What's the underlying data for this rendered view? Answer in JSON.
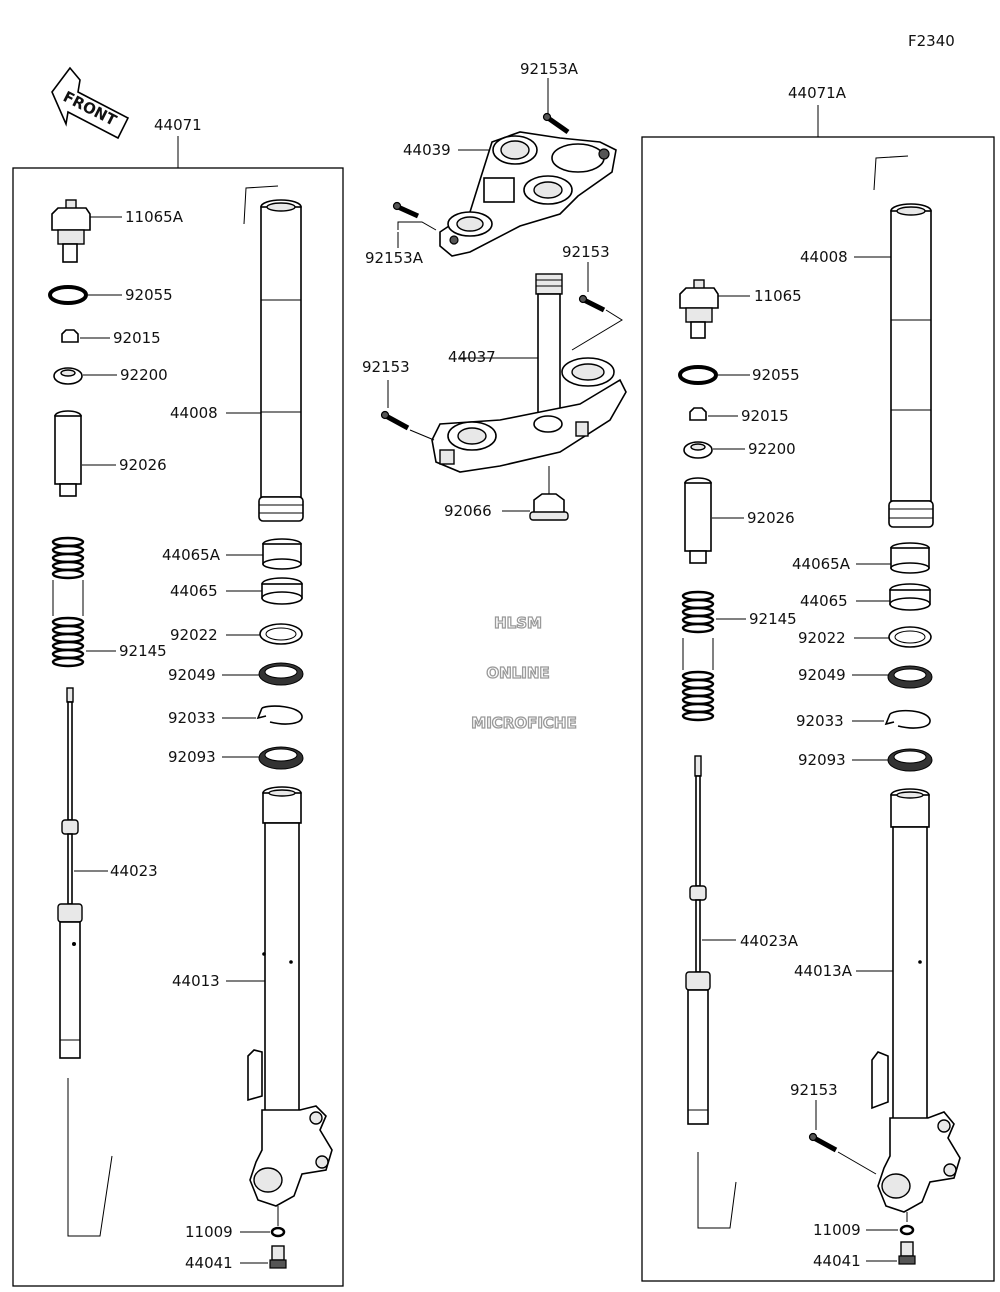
{
  "sheet_code": "F2340",
  "front_label": "FRONT",
  "assemblies": {
    "left": "44071",
    "right": "44071A"
  },
  "watermark": [
    "HLSM",
    "ONLINE",
    "MICROFICHE"
  ],
  "top_parts": {
    "upper_bracket": "44039",
    "upper_bolt_top": "92153A",
    "upper_bolt_side": "92153A",
    "stem_bracket": "44037",
    "stem_bolt_right": "92153",
    "stem_bolt_left": "92153",
    "stem_nut": "92066"
  },
  "left_parts": {
    "cap": "11065A",
    "oring": "92055",
    "nut": "92015",
    "washer": "92200",
    "spacer": "92026",
    "spring": "92145",
    "rod": "44023",
    "tube_upper": "44008",
    "bushing_a": "44065A",
    "bushing": "44065",
    "washer2": "92022",
    "seal": "92049",
    "clip": "92033",
    "dust_seal": "92093",
    "tube_lower": "44013",
    "gasket": "11009",
    "bolt": "44041"
  },
  "right_parts": {
    "tube_upper": "44008",
    "cap": "11065",
    "oring": "92055",
    "nut": "92015",
    "washer": "92200",
    "spacer": "92026",
    "bushing_a": "44065A",
    "spring": "92145",
    "bushing": "44065",
    "washer2": "92022",
    "seal": "92049",
    "clip": "92033",
    "dust_seal": "92093",
    "rod": "44023A",
    "tube_lower": "44013A",
    "caliper_bolt": "92153",
    "gasket": "11009",
    "bolt": "44041"
  }
}
